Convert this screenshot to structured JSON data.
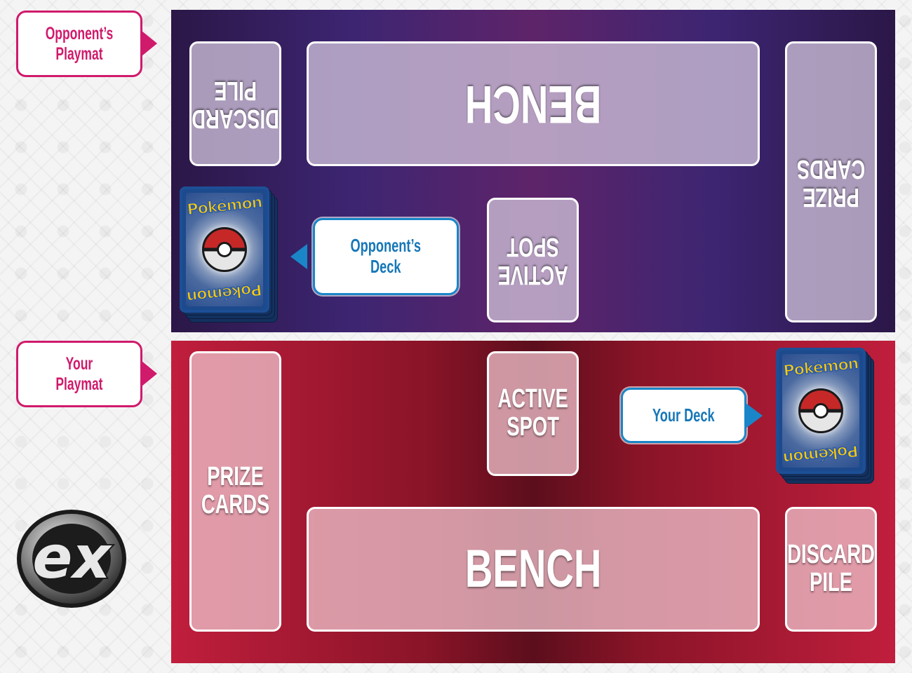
{
  "labels": {
    "opponent_playmat": [
      "Opponent’s",
      "Playmat"
    ],
    "your_playmat": [
      "Your",
      "Playmat"
    ],
    "opponent_deck": [
      "Opponent’s",
      "Deck"
    ],
    "your_deck": "Your Deck"
  },
  "opponent_mat": {
    "discard_pile": [
      "DISCARD",
      "PILE"
    ],
    "bench": "BENCH",
    "prize_cards": [
      "PRIZE",
      "CARDS"
    ],
    "active_spot": [
      "ACTIVE",
      "SPOT"
    ],
    "orientation": "upside-down"
  },
  "your_mat": {
    "prize_cards": [
      "PRIZE",
      "CARDS"
    ],
    "active_spot": [
      "ACTIVE",
      "SPOT"
    ],
    "bench": "BENCH",
    "discard_pile": [
      "DISCARD",
      "PILE"
    ]
  },
  "card_back": {
    "logo_text": "Pokémon"
  },
  "emblem": "ex",
  "colors": {
    "opponent_mat": "#3d2572",
    "your_mat": "#8a1428",
    "playmat_callout": "#d01a6c",
    "deck_callout": "#1a86c8"
  }
}
